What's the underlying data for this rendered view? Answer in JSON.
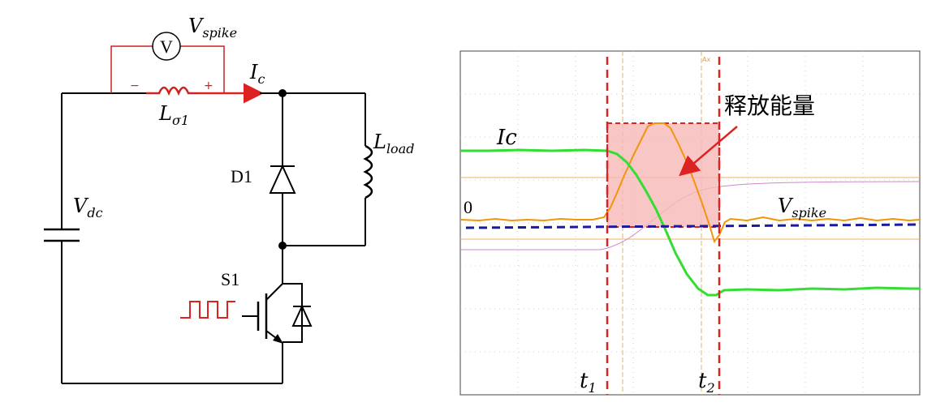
{
  "colors": {
    "wire": "#000000",
    "meter": "#cc2222",
    "trace_ic": "#33dd33",
    "trace_vspike": "#f0960a",
    "trace_aux": "#cc88cc",
    "marker": "#dd2222",
    "baseline": "#1a1aa0",
    "shade": "#f7b8b8",
    "screen_bg": "#ffffff"
  },
  "circuit": {
    "voltmeter_symbol": "V",
    "vspike": {
      "base": "V",
      "sub": "spike"
    },
    "ic": {
      "base": "I",
      "sub": "c"
    },
    "lsigma": {
      "base": "L",
      "sub": "σ1"
    },
    "lload": {
      "base": "L",
      "sub": "load"
    },
    "vdc": {
      "base": "V",
      "sub": "dc"
    },
    "minus_sign": "−",
    "plus_sign": "+",
    "d1_label": "D1",
    "s1_label": "S1"
  },
  "scope": {
    "label_ic": "Ic",
    "label_zero": "0",
    "label_vspike": {
      "base": "V",
      "sub": "spike"
    },
    "annotation": "释放能量",
    "t1": {
      "base": "t",
      "sub": "1"
    },
    "t2": {
      "base": "t",
      "sub": "2"
    },
    "ax_text": "Ax"
  }
}
